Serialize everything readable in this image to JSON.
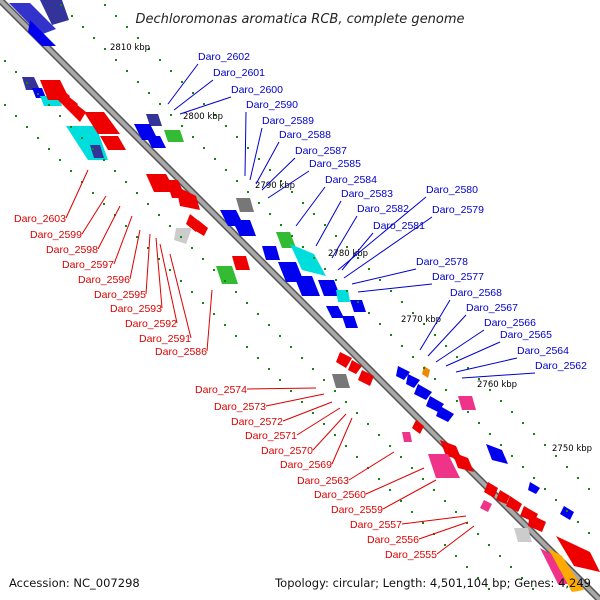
{
  "title": "Dechloromonas aromatica RCB, complete genome",
  "accession": "Accession: NC_007298",
  "summary": "Topology: circular; Length: 4,501,104 bp; Genes: 4,249",
  "colors": {
    "forward_label": "#0000cc",
    "reverse_label": "#dd0000",
    "backbone": "#808080"
  },
  "ticks": [
    "2810 kbp",
    "2800 kbp",
    "2790 kbp",
    "2780 kbp",
    "2770 kbp",
    "2760 kbp",
    "2750 kbp"
  ],
  "forward_genes": [
    "Daro_2602",
    "Daro_2601",
    "Daro_2600",
    "Daro_2590",
    "Daro_2589",
    "Daro_2588",
    "Daro_2587",
    "Daro_2585",
    "Daro_2584",
    "Daro_2583",
    "Daro_2582",
    "Daro_2581",
    "Daro_2580",
    "Daro_2579",
    "Daro_2578",
    "Daro_2577",
    "Daro_2568",
    "Daro_2567",
    "Daro_2566",
    "Daro_2565",
    "Daro_2564",
    "Daro_2562"
  ],
  "reverse_genes": [
    "Daro_2603",
    "Daro_2599",
    "Daro_2598",
    "Daro_2597",
    "Daro_2596",
    "Daro_2595",
    "Daro_2593",
    "Daro_2592",
    "Daro_2591",
    "Daro_2586",
    "Daro_2574",
    "Daro_2573",
    "Daro_2572",
    "Daro_2571",
    "Daro_2570",
    "Daro_2569",
    "Daro_2563",
    "Daro_2560",
    "Daro_2559",
    "Daro_2557",
    "Daro_2556",
    "Daro_2555"
  ]
}
